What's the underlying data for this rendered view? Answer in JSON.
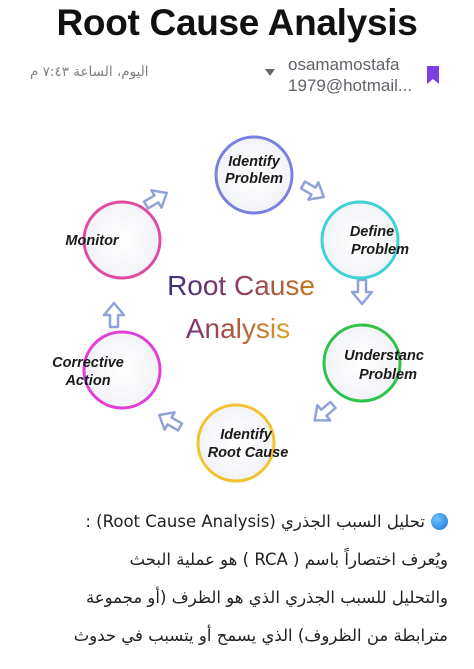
{
  "post": {
    "title": "Root Cause Analysis",
    "time": "اليوم، الساعة ٧:٤٣ م",
    "author_line1": "osamamostafa",
    "author_line2": "1979@hotmail...",
    "bookmark_icon": "bookmark-icon",
    "bookmark_color": "#7b3fe4"
  },
  "diagram": {
    "center_line1": "Root Cause",
    "center_line2": "Analysis",
    "steps": [
      {
        "line1": "Identify",
        "line2": "Problem",
        "color": "#7b7fe0"
      },
      {
        "line1": "Define",
        "line2": "Problem",
        "color": "#3fd0d8"
      },
      {
        "line1": "Understanc",
        "line2": "Problem",
        "color": "#2fc24a"
      },
      {
        "line1": "Identify",
        "line2": "Root Cause",
        "color": "#f2c230"
      },
      {
        "line1": "Corrective",
        "line2": "Action",
        "color": "#e23fd8"
      },
      {
        "line1": "Monitor",
        "line2": "",
        "color": "#e04aa0"
      }
    ],
    "arrow_color": "#8fa3d8"
  },
  "body": {
    "lines": [
      "تحليل السبب الجذري (Root Cause Analysis) :",
      "ويُعرف اختصاراً باسم ( RCA ) هو عملية البحث",
      "والتحليل للسبب الجذري الذي هو الظرف (أو مجموعة",
      "مترابطة من الظروف) الذي يسمح أو يتسبب في حدوث"
    ]
  }
}
